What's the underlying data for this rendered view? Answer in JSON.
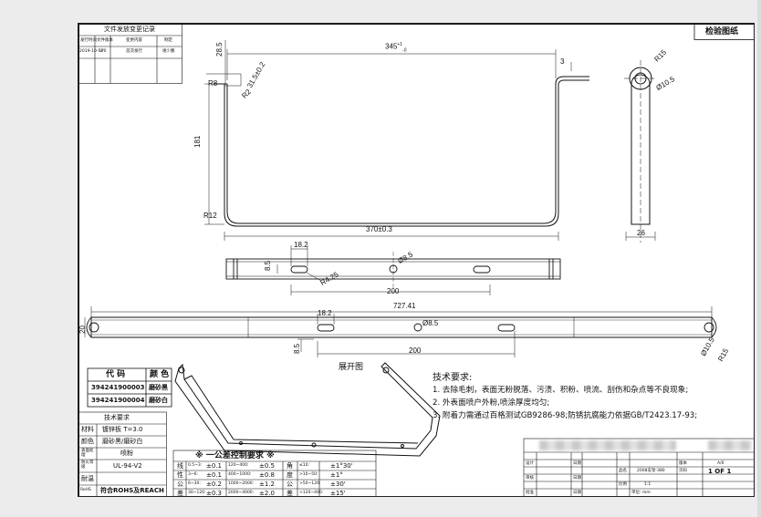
{
  "title_block_top": {
    "heading": "检验图纸"
  },
  "doc_change_table": {
    "title": "文件发放变更记录",
    "headers": [
      "发行时间",
      "文件版本",
      "变更内容",
      "制定"
    ],
    "row": [
      "2019-10-17",
      "V/0",
      "首次发行",
      "谢少鹏"
    ]
  },
  "dimensions": {
    "top_width": "345",
    "top_width_tol_upper": "+1",
    "top_width_tol_lower": "-0",
    "flange_h": "28.5",
    "tab_3": "3",
    "tab_31": "31.5±0.2",
    "r8": "R8",
    "r2": "R2",
    "height": "181",
    "r12": "R12",
    "bottom_width": "370±0.3",
    "side_r15": "R15",
    "side_hole": "Ø10.5",
    "side_26": "26",
    "mid_18": "18.2",
    "mid_85": "8.5",
    "mid_hole": "Ø8.5",
    "mid_r425": "R4.25",
    "mid_200": "200",
    "flat_total": "727.41",
    "flat_18": "18.2",
    "flat_hole": "Ø8.5",
    "flat_85": "8.5",
    "flat_200": "200",
    "flat_left": "20",
    "flat_r_hole": "Ø10.5",
    "flat_r15": "R15"
  },
  "unfold_label": "展开图",
  "code_table": {
    "headers": [
      "代 码",
      "颜 色"
    ],
    "rows": [
      [
        "394241900003",
        "磨砂黑"
      ],
      [
        "394241900004",
        "磨砂白"
      ]
    ]
  },
  "tech_table": {
    "title": "技术要求",
    "rows": [
      [
        "材料",
        "镀锌板 T=3.0"
      ],
      [
        "颜色",
        "磨砂黑/磨砂白"
      ],
      [
        "表面处理",
        "喷粉"
      ],
      [
        "防火等级",
        "UL-94-V2"
      ],
      [
        "耐温",
        ""
      ],
      [
        "RoHS",
        "符合ROHS及REACH"
      ]
    ]
  },
  "requirements": {
    "title": "技术要求:",
    "items": [
      "1. 去除毛刺，表面无粉脱落、污渍、积粉、喷流、刮伤和杂点等不良现象;",
      "2. 外表面喷户外粉,喷涂厚度均匀;",
      "3. 附着力需通过百格测试GB9286-98;防锈抗腐能力依据GB/T2423.17-93;"
    ]
  },
  "tolerance_table": {
    "title": "※  一公差控制要求  ※",
    "linear_label": [
      "线",
      "性",
      "公",
      "差"
    ],
    "linear": [
      [
        "0.5~3:",
        "±0.1",
        "120~400:",
        "±0.5"
      ],
      [
        "3~6:",
        "±0.1",
        "400~1000:",
        "±0.8"
      ],
      [
        "6~30:",
        "±0.2",
        "1000~2000:",
        "±1.2"
      ],
      [
        "30~120:",
        "±0.3",
        "2000~4000:",
        "±2.0"
      ]
    ],
    "angle_label": [
      "角",
      "度",
      "公",
      "差"
    ],
    "angle": [
      [
        "≤10:",
        "±1°30'"
      ],
      [
        ">10~50:",
        "±1°"
      ],
      [
        ">50~120:",
        "±30'"
      ],
      [
        ">120~400:",
        "±15'"
      ]
    ]
  },
  "title_block": {
    "cells": [
      "日期",
      "日期",
      "日期"
    ],
    "left_labels": [
      "设计",
      "审核",
      "批准"
    ],
    "product": "2008支架-380",
    "scale": "1:1",
    "version_label": "版本",
    "version": "A/0",
    "page_label": "页码",
    "page": "1  OF  1",
    "unit_label": "单位: mm",
    "product_label": "品名",
    "scale_label": "比例"
  }
}
